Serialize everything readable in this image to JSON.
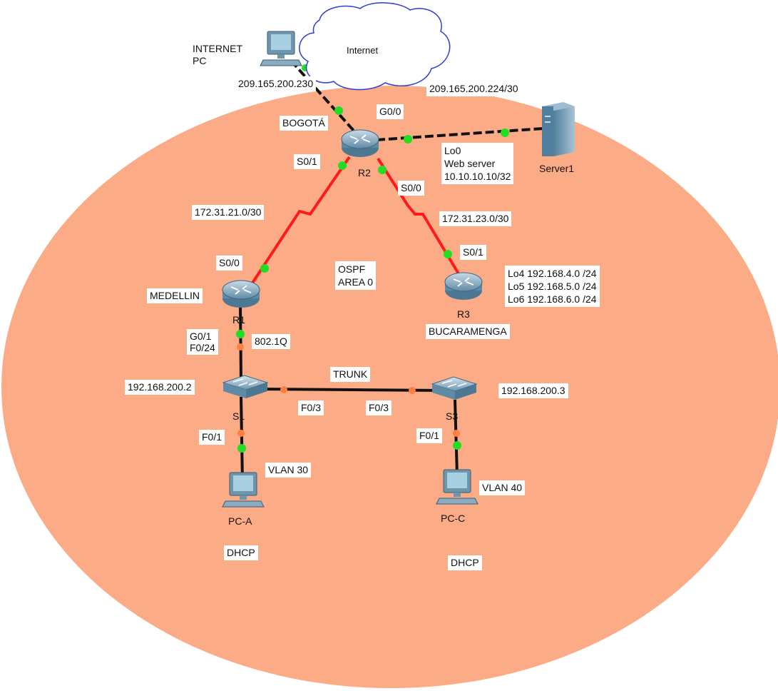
{
  "colors": {
    "area_fill": "#fbab86",
    "serial_link": "#ff1a1a",
    "ethernet_link": "#111111",
    "port_up": "#22dd22",
    "port_blocked": "#ff7f41",
    "device_blue": "#6a9cb8"
  },
  "icons": {
    "router": "router-icon",
    "switch": "switch-icon",
    "pc": "pc-icon",
    "server": "server-icon",
    "cloud": "cloud-icon"
  },
  "texts": {
    "cloud": "Internet",
    "internet_pc": "INTERNET\nPC",
    "internet_ip": "209.165.200.230",
    "server_net": "209.165.200.224/30",
    "bogota": "BOGOTÁ",
    "g00": "G0/0",
    "lo0_server": "Lo0\nWeb server\n10.10.10.10/32",
    "server1": "Server1",
    "s01_r2": "S0/1",
    "r2": "R2",
    "s00_r2": "S0/0",
    "net_r1r2": "172.31.21.0/30",
    "net_r2r3": "172.31.23.0/30",
    "s01_r3": "S0/1",
    "s00_r1": "S0/0",
    "ospf": "OSPF\nAREA 0",
    "loopbacks_r3": "Lo4 192.168.4.0 /24\nLo5 192.168.5.0 /24\nLo6 192.168.6.0 /24",
    "medellin": "MEDELLIN",
    "r1": "R1",
    "r3": "R3",
    "bucaramenga": "BUCARAMENGA",
    "g01_f024": "G0/1\nF0/24",
    "dot1q": "802.1Q",
    "trunk": "TRUNK",
    "s1_ip": "192.168.200.2",
    "s3_ip": "192.168.200.3",
    "s1": "S1",
    "s3": "S3",
    "f03_s1": "F0/3",
    "f03_s3": "F0/3",
    "f01_s1": "F0/1",
    "f01_s3": "F0/1",
    "vlan30": "VLAN 30",
    "vlan40": "VLAN 40",
    "pca": "PC-A",
    "pcc": "PC-C",
    "dhcp_a": "DHCP",
    "dhcp_c": "DHCP"
  }
}
